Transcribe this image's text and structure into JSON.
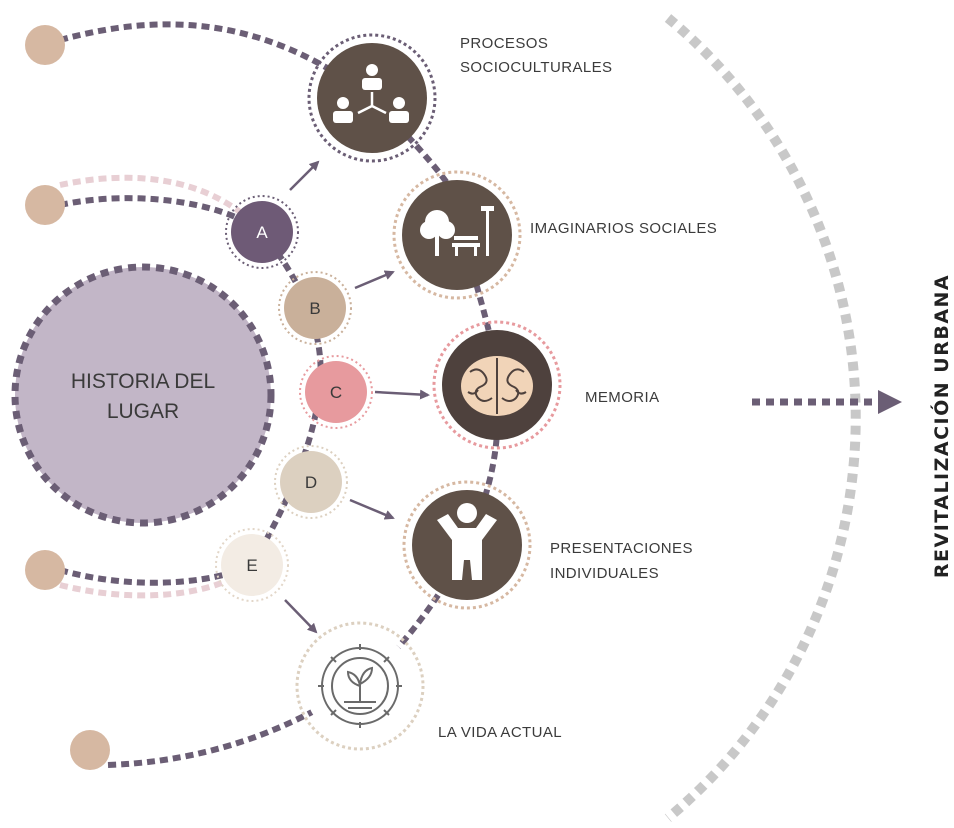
{
  "center": {
    "line1": "HISTORIA DEL",
    "line2": "LUGAR"
  },
  "nodes": [
    {
      "letter": "A",
      "fill": "#6e5a76",
      "text_color": "#ffffff"
    },
    {
      "letter": "B",
      "fill": "#c9b09a",
      "text_color": "#3a3a3a"
    },
    {
      "letter": "C",
      "fill": "#e79a9e",
      "text_color": "#3a3a3a"
    },
    {
      "letter": "D",
      "fill": "#dcd0c0",
      "text_color": "#3a3a3a"
    },
    {
      "letter": "E",
      "fill": "#f3ece4",
      "text_color": "#3a3a3a"
    }
  ],
  "concepts": [
    {
      "line1": "PROCESOS",
      "line2": "SOCIOCULTURALES",
      "icon": "people-network-icon"
    },
    {
      "line1": "IMAGINARIOS SOCIALES",
      "line2": "",
      "icon": "park-bench-tree-icon"
    },
    {
      "line1": "MEMORIA",
      "line2": "",
      "icon": "brain-icon"
    },
    {
      "line1": "PRESENTACIONES",
      "line2": "INDIVIDUALES",
      "icon": "person-icon"
    },
    {
      "line1": "LA VIDA ACTUAL",
      "line2": "",
      "icon": "gear-plant-icon"
    }
  ],
  "result": {
    "label": "REVITALIZACIÓN URBANA"
  },
  "colors": {
    "dark_brown": "#5f5148",
    "dot_purple": "#6b5e75",
    "small_circle": "#d6b8a2",
    "center_fill": "#c2b6c7",
    "arc_grey": "#c8c8c8"
  }
}
